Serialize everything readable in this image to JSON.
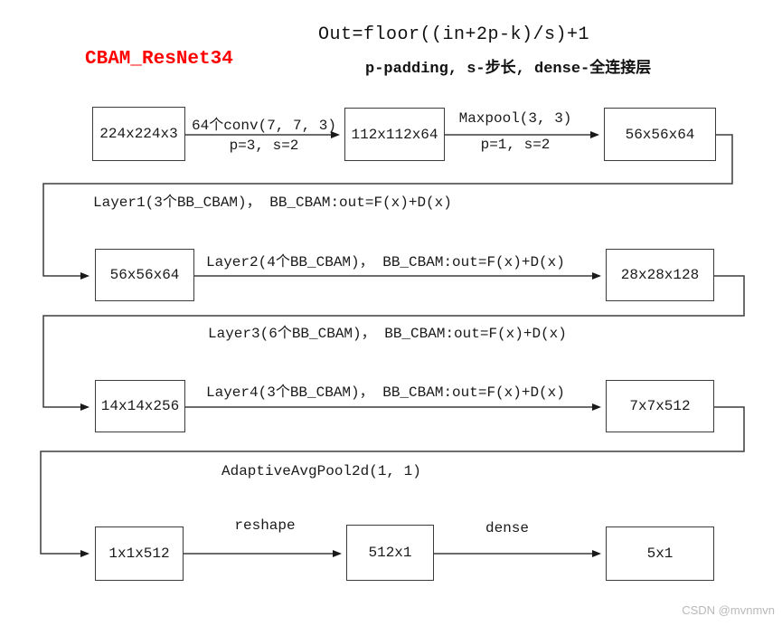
{
  "header": {
    "formula": "Out=floor((in+2p-k)/s)+1",
    "model_title": "CBAM_ResNet34",
    "model_title_color": "#ff0000",
    "legend": "p-padding, s-步长, dense-全连接层"
  },
  "diagram": {
    "nodes": [
      {
        "id": "input",
        "label": "224x224x3"
      },
      {
        "id": "conv1-out",
        "label": "112x112x64"
      },
      {
        "id": "maxpool-out",
        "label": "56x56x64"
      },
      {
        "id": "layer1-out",
        "label": "56x56x64"
      },
      {
        "id": "layer2-out",
        "label": "28x28x128"
      },
      {
        "id": "layer3-out",
        "label": "14x14x256"
      },
      {
        "id": "layer4-out",
        "label": "7x7x512"
      },
      {
        "id": "avgpool-out",
        "label": "1x1x512"
      },
      {
        "id": "reshape-out",
        "label": "512x1"
      },
      {
        "id": "dense-out",
        "label": "5x1"
      }
    ],
    "edge_labels": {
      "conv1_top": "64个conv(7, 7, 3)",
      "conv1_bottom": "p=3, s=2",
      "maxpool_top": "Maxpool(3, 3)",
      "maxpool_bottom": "p=1, s=2",
      "layer1": "Layer1(3个BB_CBAM)， BB_CBAM:out=F(x)+D(x)",
      "layer2": "Layer2(4个BB_CBAM)， BB_CBAM:out=F(x)+D(x)",
      "layer3": "Layer3(6个BB_CBAM)， BB_CBAM:out=F(x)+D(x)",
      "layer4": "Layer4(3个BB_CBAM)， BB_CBAM:out=F(x)+D(x)",
      "avgpool": "AdaptiveAvgPool2d(1, 1)",
      "reshape": "reshape",
      "dense": "dense"
    },
    "line_color": "#3c3c3c"
  },
  "watermark": {
    "text": "CSDN @mvnmvn",
    "color": "#b9b9b9"
  }
}
